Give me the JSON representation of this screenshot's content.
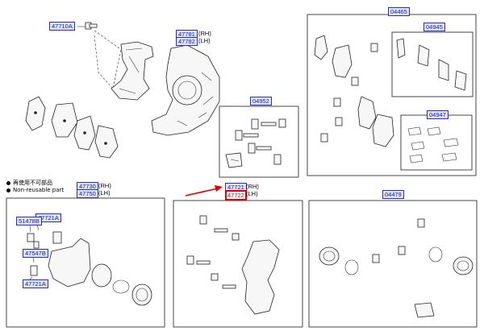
{
  "legend": {
    "items": [
      {
        "text": "再使用不可部品"
      },
      {
        "text": "Non-reusable part"
      }
    ]
  },
  "labels": {
    "p47710A": "47710A",
    "p47781": "47781",
    "p47782": "47782",
    "p04465": "04465",
    "p04945": "04945",
    "p04947": "04947",
    "p04952": "04952",
    "p47730": "47730",
    "p47750": "47750",
    "p47721": "47721",
    "p47722": "47722",
    "p04479": "04479",
    "p47721A_a": "47721A",
    "p51478B": "51478B",
    "p47547B": "47547B",
    "p47721A_b": "47721A"
  },
  "side_tags": {
    "rh": "(RH)",
    "lh": "(LH)"
  },
  "highlight_color": "#e00000",
  "label_color": "#1a1aa6"
}
